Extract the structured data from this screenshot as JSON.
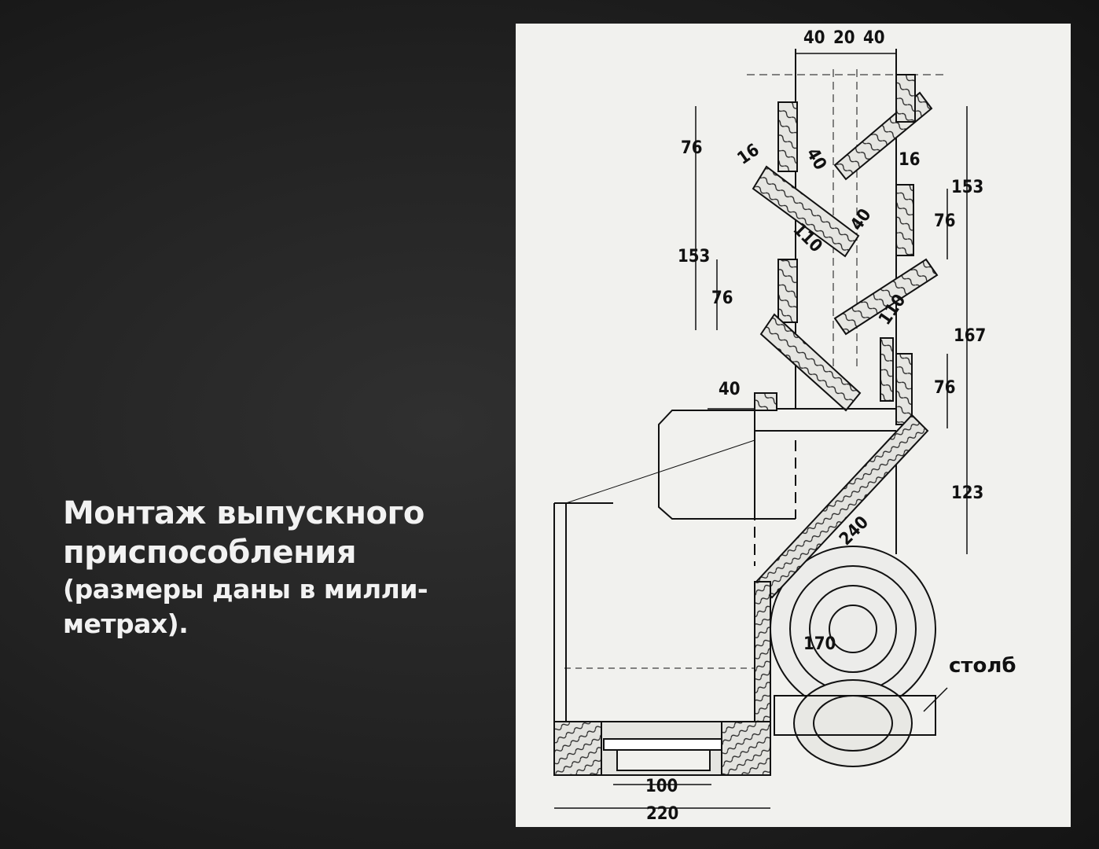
{
  "caption": {
    "line1": "Монтаж выпускного",
    "line2": "приспособления",
    "line3": "(размеры даны в милли-",
    "line4": "метрах)."
  },
  "diagram": {
    "labels": {
      "post": "столб"
    },
    "dimensions": {
      "top_left_gap": "40",
      "top_center": "20",
      "top_right_gap": "40",
      "left_spacing_upper": "76",
      "left_thickness_upper": "16",
      "left_diag_depth": "40",
      "right_thickness": "16",
      "right_diag_depth": "40",
      "right_total_upper": "153",
      "right_spacing_upper": "76",
      "left_total": "153",
      "left_spacing_lower": "76",
      "left_board_length": "110",
      "right_board_length": "110",
      "right_total_middle": "167",
      "right_spacing_lower": "76",
      "hopper_ledge": "40",
      "right_total_lower": "123",
      "chute_length": "240",
      "post_diameter": "170",
      "slot_width": "100",
      "base_width": "220"
    },
    "colors": {
      "panel": "#f1f1ee",
      "ink": "#111111",
      "background": "#1e1e1e"
    }
  }
}
